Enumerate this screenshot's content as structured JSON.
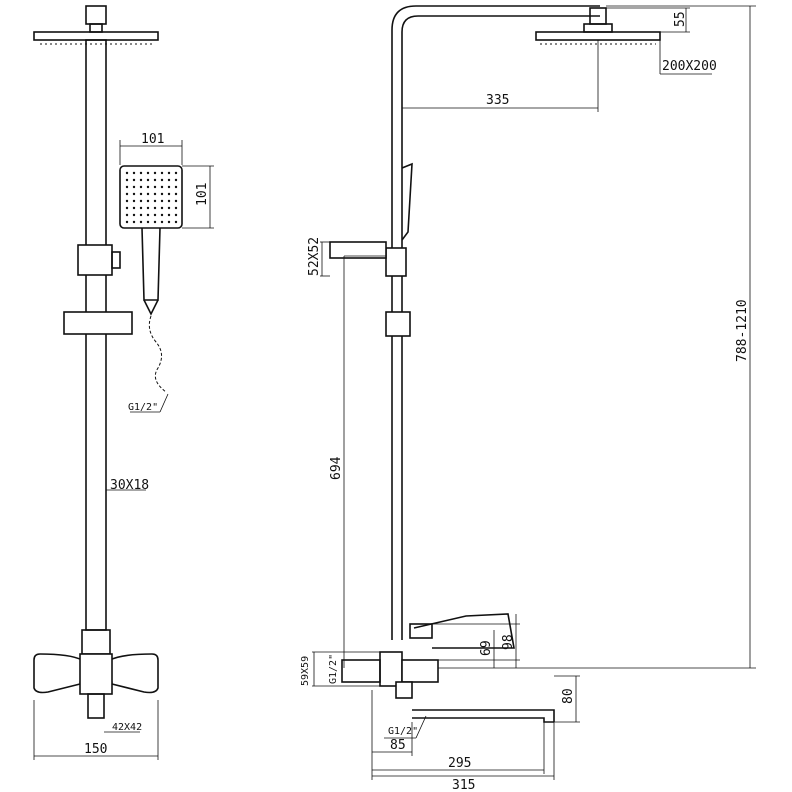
{
  "dimensions": {
    "head_drop": "55",
    "head_size": "200X200",
    "arm_length": "335",
    "handshower_width": "101",
    "handshower_height": "101",
    "holder_size": "52X52",
    "total_height": "788-1210",
    "slide_height": "694",
    "rail_section": "30X18",
    "hose_thread": "G1/2\"",
    "mixer_thread": "G1/2\"",
    "mixer_thread_lower": "G1/2\"",
    "flange_size": "59X59",
    "lever_69": "69",
    "lever_98": "98",
    "spout_80": "80",
    "body_size": "42X42",
    "mixer_width": "150",
    "spout_85": "85",
    "spout_295": "295",
    "spout_315": "315"
  }
}
